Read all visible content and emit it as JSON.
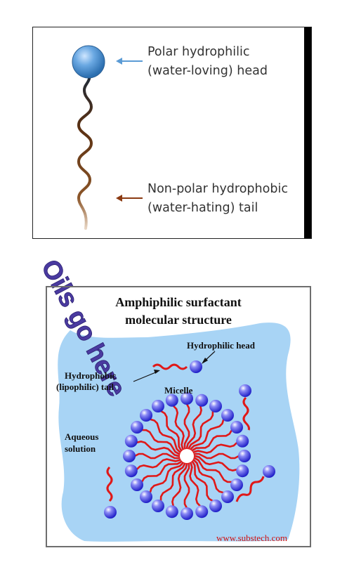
{
  "top": {
    "head_label_line1": "Polar hydrophilic",
    "head_label_line2": "(water-loving) head",
    "tail_label_line1": "Non-polar hydrophobic",
    "tail_label_line2": "(water-hating) tail",
    "head_color": "#5b9bd5",
    "head_arrow_color": "#5b9bd5",
    "tail_arrow_color": "#8b3a12"
  },
  "overlay_text": "Oils go here",
  "overlay_color": "#4a3aa0",
  "bottom": {
    "title_line1": "Amphiphilic surfactant",
    "title_line2": "molecular structure",
    "hydrophilic_head": "Hydrophilic head",
    "tail_line1": "Hydrophobic",
    "tail_line2": "(lipophilic) tail",
    "micelle": "Micelle",
    "aqueous_line1": "Aqueous",
    "aqueous_line2": "solution",
    "credit": "www.substech.com",
    "solution_color": "#a8d4f5",
    "tail_color": "#e01818",
    "head_color": "#3a3ae0"
  }
}
